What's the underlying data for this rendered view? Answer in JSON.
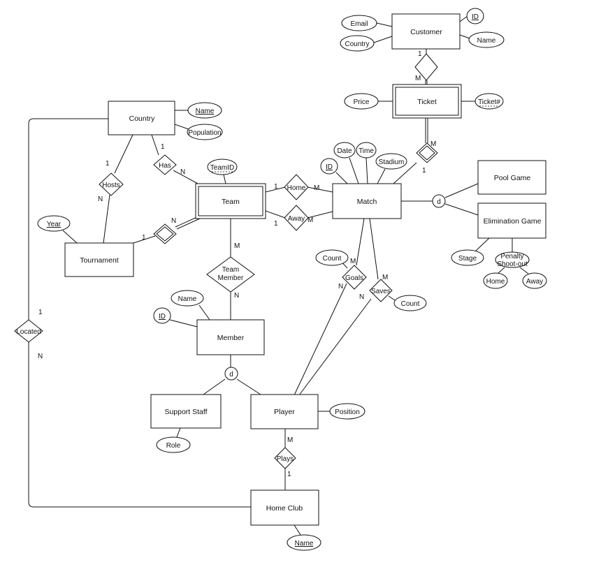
{
  "entities": {
    "customer": "Customer",
    "ticket": "Ticket",
    "country": "Country",
    "team": "Team",
    "match": "Match",
    "pool_game": "Pool Game",
    "elimination_game": "Elimination Game",
    "tournament": "Tournament",
    "member": "Member",
    "support_staff": "Support Staff",
    "player": "Player",
    "home_club": "Home Club"
  },
  "attributes": {
    "customer_email": "Email",
    "customer_country": "Country",
    "customer_id": "ID",
    "customer_name": "Name",
    "ticket_price": "Price",
    "ticket_number": "Ticket#",
    "country_name": "Name",
    "country_population": "Population",
    "team_id": "TeamID",
    "match_date": "Date",
    "match_time": "Time",
    "match_stadium": "Stadium",
    "match_id": "ID",
    "tournament_year": "Year",
    "goals_count": "Count",
    "saves_count": "Count",
    "member_name": "Name",
    "member_id": "ID",
    "stage": "Stage",
    "penalty_line1": "Penalty",
    "penalty_line2": "Shoot-out",
    "penalty_home": "Home",
    "penalty_away": "Away",
    "player_position": "Position",
    "staff_role": "Role",
    "club_name": "Name"
  },
  "relationships": {
    "has": "Has",
    "hosts": "Hosts",
    "home": "Home",
    "away": "Away",
    "team_member_line1": "Team",
    "team_member_line2": "Member",
    "goals": "Goals",
    "saves": "Saves",
    "located": "Located",
    "plays": "Plays"
  },
  "specializations": {
    "match_d": "d",
    "member_d": "d"
  },
  "cardinalities": {
    "customer_1": "1",
    "ticket_m": "M",
    "ticket_match_m": "M",
    "ticket_match_1": "1",
    "has_1": "1",
    "has_n": "N",
    "hosts_1": "1",
    "hosts_n": "N",
    "home_1": "1",
    "home_m": "M",
    "away_1": "1",
    "away_m": "M",
    "tourn_team_n": "N",
    "tourn_team_1": "1",
    "team_member_m": "M",
    "team_member_n": "N",
    "goals_m": "M",
    "goals_n": "N",
    "saves_m": "M",
    "saves_n": "N",
    "located_1": "1",
    "located_n": "N",
    "plays_m": "M",
    "plays_1": "1"
  }
}
